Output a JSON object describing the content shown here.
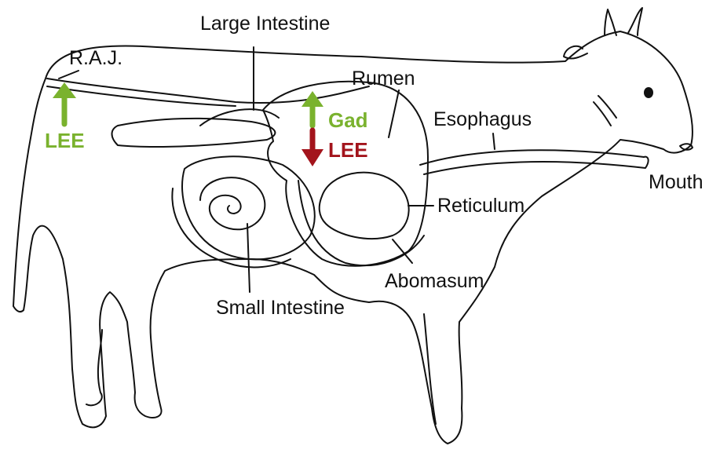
{
  "labels": {
    "large_intestine": "Large Intestine",
    "raj": "R.A.J.",
    "rumen": "Rumen",
    "esophagus": "Esophagus",
    "mouth": "Mouth",
    "reticulum": "Reticulum",
    "abomasum": "Abomasum",
    "small_intestine": "Small Intestine"
  },
  "markers": {
    "raj_lee": "LEE",
    "rumen_gad": "Gad",
    "rumen_lee": "LEE"
  },
  "colors": {
    "increase": "#7ab22e",
    "decrease": "#a3141c",
    "outline": "#111111"
  }
}
